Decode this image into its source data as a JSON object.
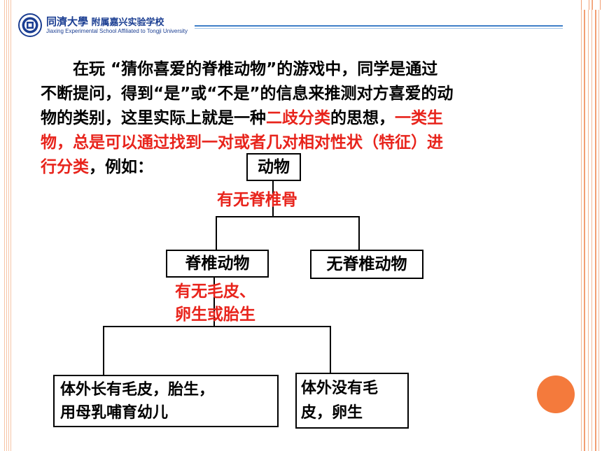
{
  "header": {
    "school_cn_1": "同濟大學",
    "school_cn_2": "附属嘉兴实验学校",
    "school_en": "Jiaxing Experimental School Affiliated to Tongji University"
  },
  "paragraph": {
    "line1": "在玩 “猜你喜爱的脊椎动物”的游戏中，同学是通过",
    "line2": "不断提问，得到“是”或“不是”的信息来推测对方喜爱的动",
    "line3_a": "物的类别，这里实际上就是一种",
    "line3_b": "二歧分类",
    "line3_c": "的思想，",
    "line3_d": "一类生",
    "line4": "物，总是可以通过找到一对或者几对相对性状（特征）进",
    "line5_a": "行分类",
    "line5_b": "，例如："
  },
  "diagram": {
    "root": "动物",
    "criterion1": "有无脊椎骨",
    "left_branch": "脊椎动物",
    "right_branch": "无脊椎动物",
    "criterion2_line1": "有无毛皮、",
    "criterion2_line2": "卵生或胎生",
    "leaf_left_line1": "体外长有毛皮，胎生，",
    "leaf_left_line2": "用母乳哺育幼儿",
    "leaf_right_line1": "体外没有毛",
    "leaf_right_line2": "皮，卵生"
  },
  "colors": {
    "accent_red": "#e8241c",
    "border_orange": "#f29e73",
    "circle_orange": "#f47a3c",
    "header_blue": "#1b3e92"
  }
}
